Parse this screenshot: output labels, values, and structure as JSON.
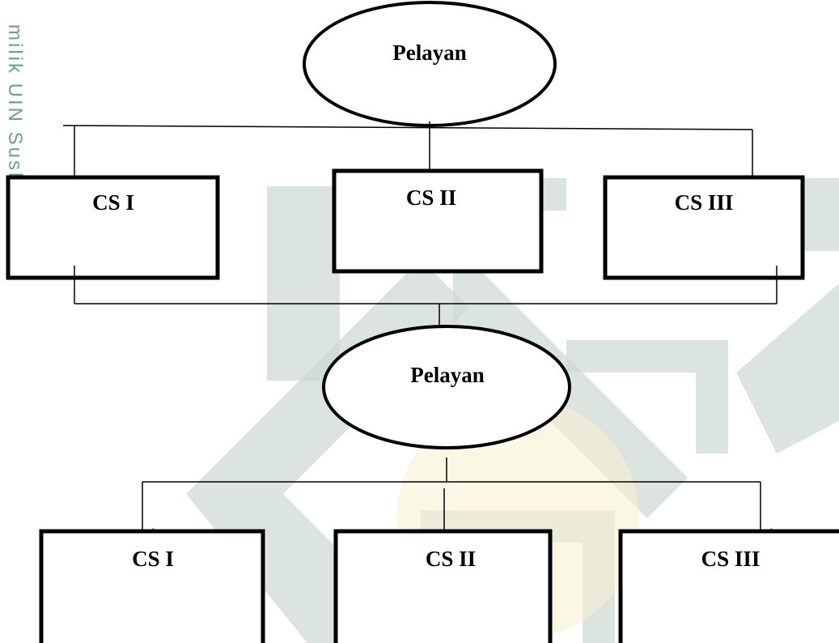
{
  "watermark": {
    "side_text": "milik UIN Suska Riau",
    "main_color": "#cdd8d3",
    "accent_color": "#f7f0cf",
    "side_text_color": "#6f9f8c"
  },
  "diagram": {
    "upper": {
      "source": "Pelayan",
      "targets": [
        "CS I",
        "CS II",
        "CS III"
      ]
    },
    "lower": {
      "source": "Pelayan",
      "targets": [
        "CS I",
        "CS II",
        "CS III"
      ]
    },
    "line_color": "#000000"
  }
}
